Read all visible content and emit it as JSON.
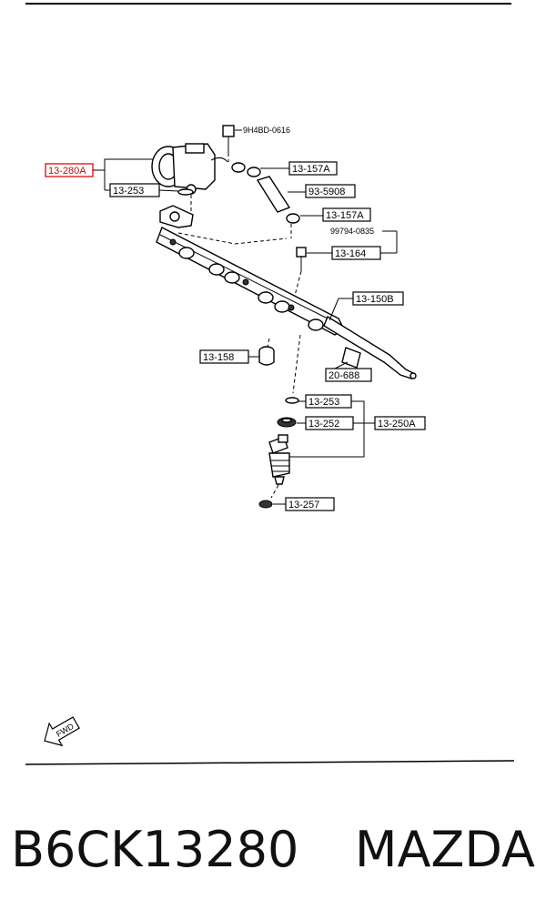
{
  "callouts": {
    "bolt_top": "9H4BD-0616",
    "regulator_highlight": "13-280A",
    "gasket_top": "13-253",
    "hose_clamp_upper": "13-157A",
    "hose": "93-5908",
    "hose_clamp_lower": "13-157A",
    "bolt_code": "99794-0835",
    "bolt_box": "13-164",
    "fuel_rail": "13-150B",
    "insulator": "13-158",
    "pipe": "20-688",
    "injector_oring": "13-253",
    "injector_grommet": "13-252",
    "injector_assy": "13-250A",
    "injector_insulator": "13-257"
  },
  "icons": {
    "fwd_arrow": "FWD"
  },
  "caption": {
    "part_number": "B6CK13280",
    "brand": "MAZDA"
  },
  "colors": {
    "highlight": "#e01b1b",
    "ink": "#000000"
  }
}
